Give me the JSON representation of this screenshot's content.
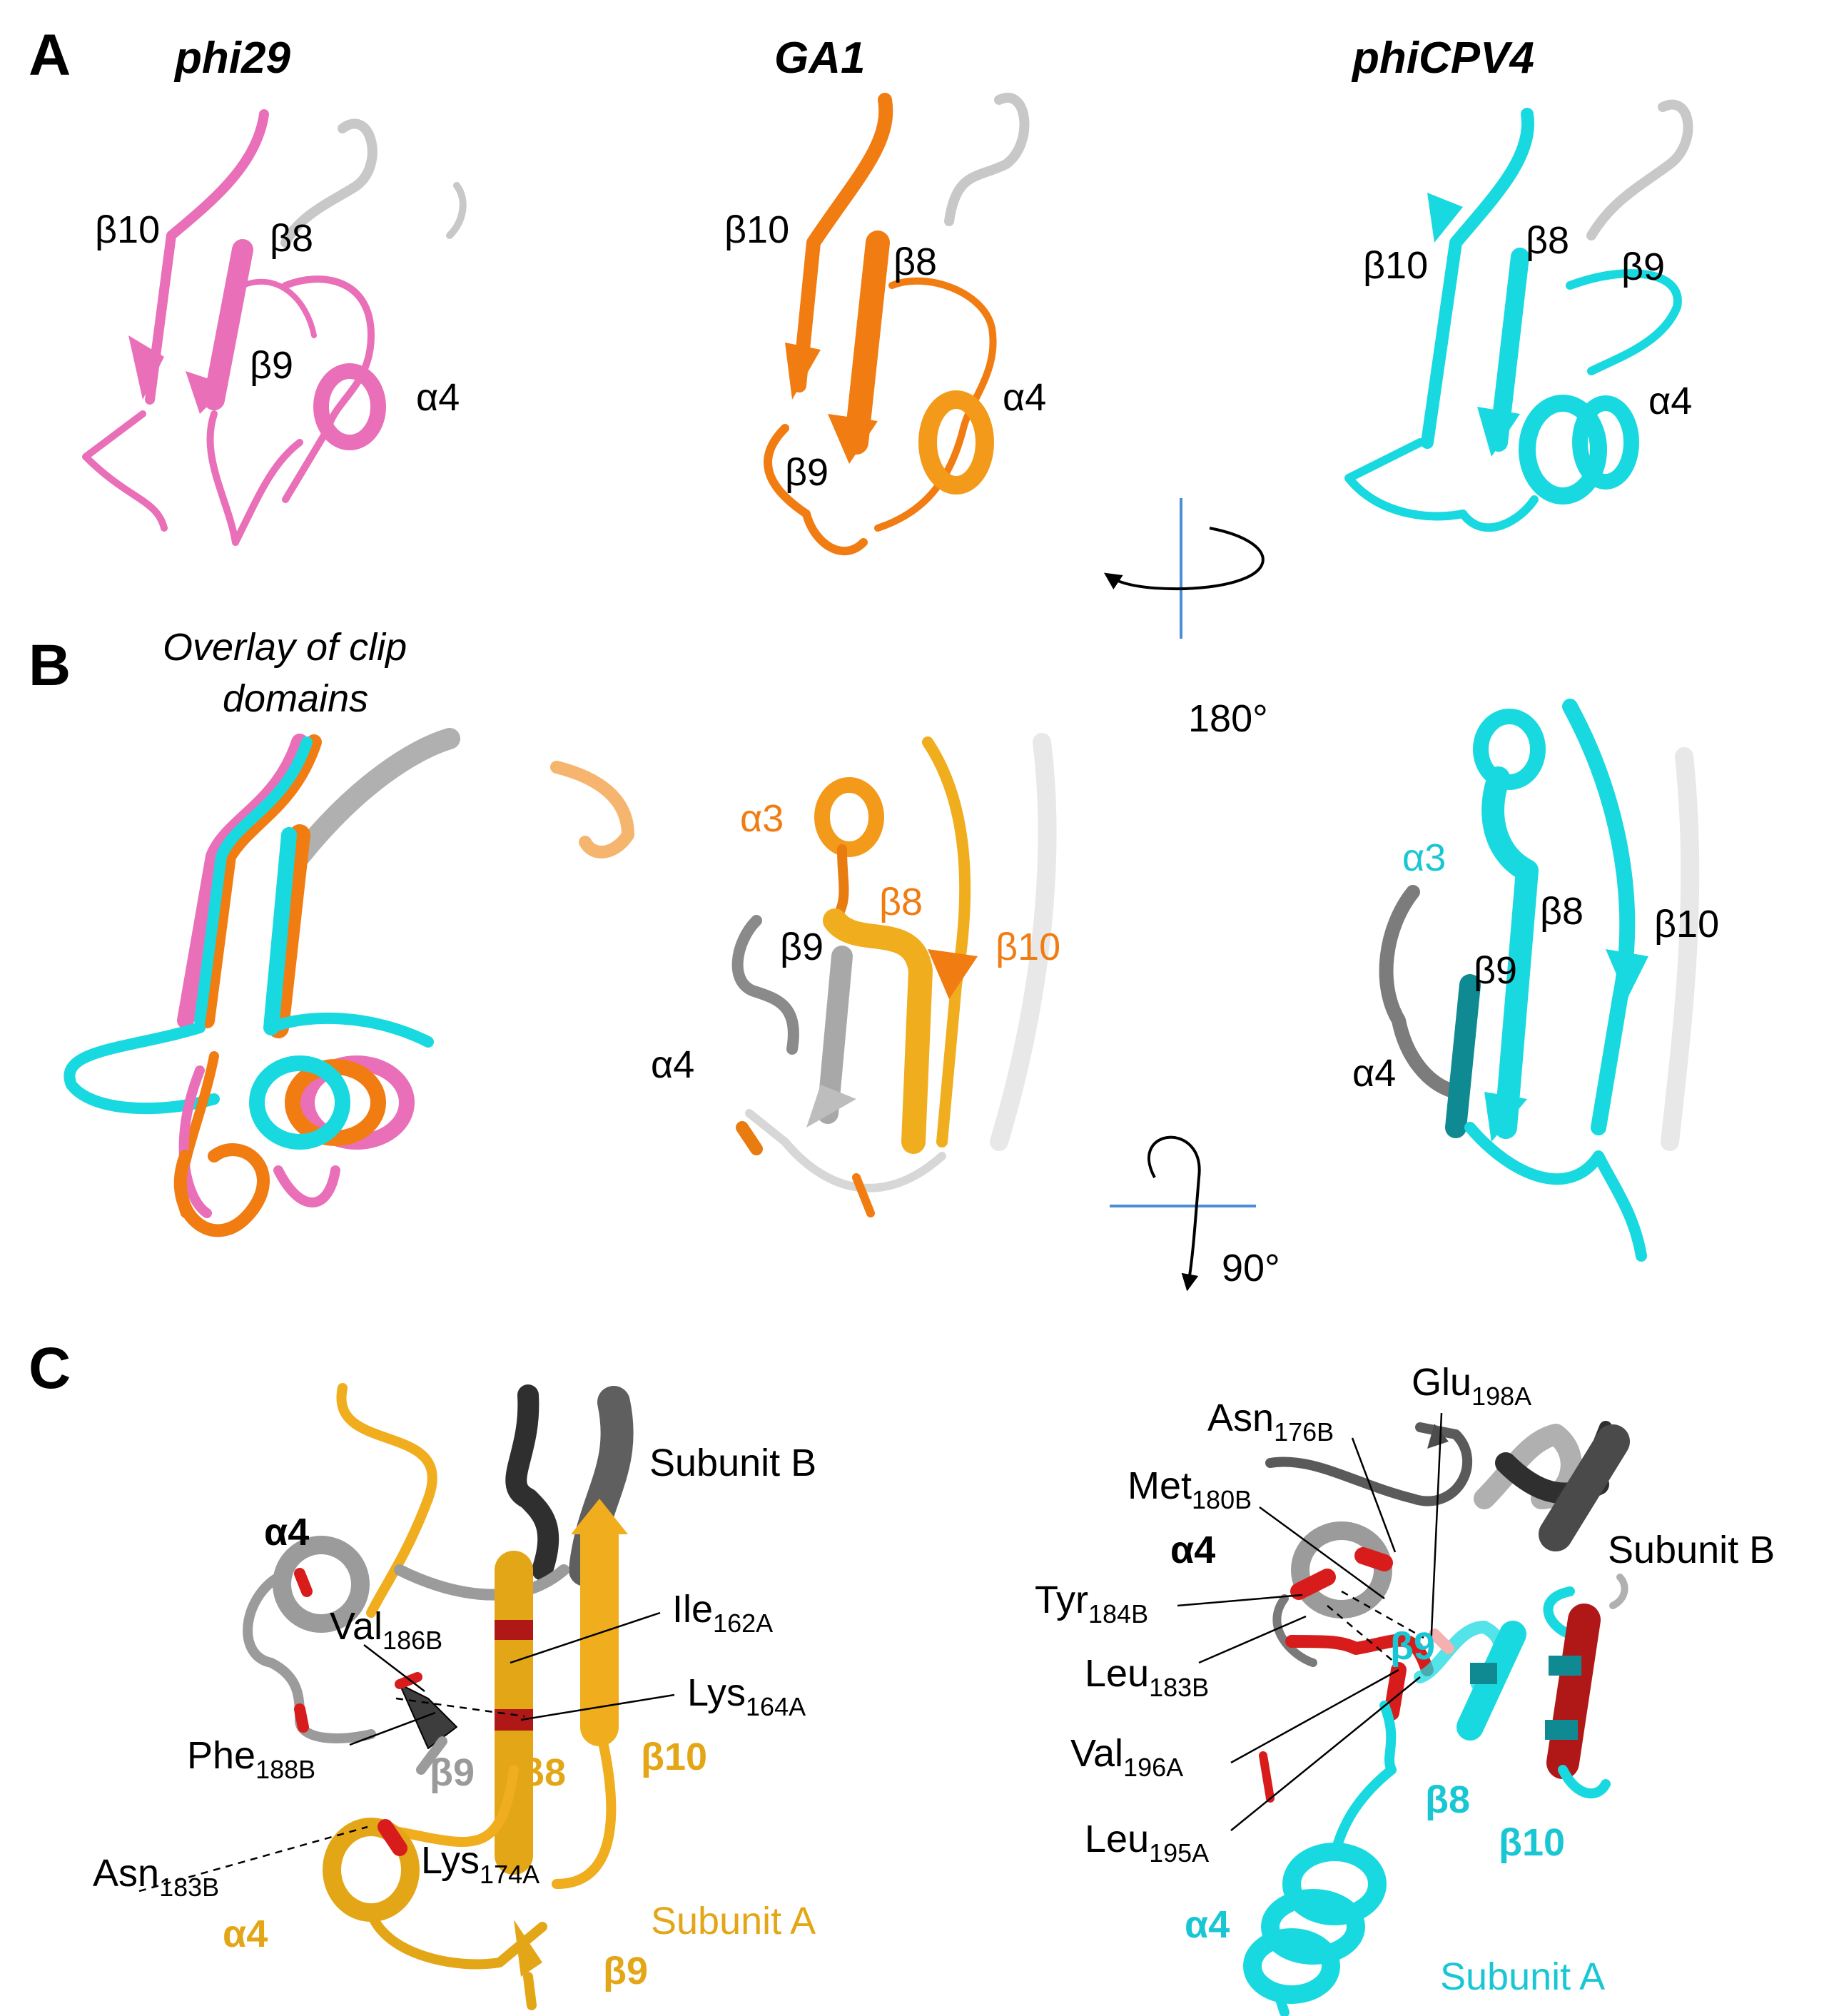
{
  "panels": {
    "A": {
      "letter": "A",
      "titles": [
        "phi29",
        "GA1",
        "phiCPV4"
      ],
      "phi29_labels": [
        "β10",
        "β8",
        "β9",
        "α4"
      ],
      "ga1_labels": [
        "β10",
        "β8",
        "α4",
        "β9"
      ],
      "cpv4_labels": [
        "β10",
        "β8",
        "β9",
        "α4"
      ]
    },
    "B": {
      "letter": "B",
      "overlay_title_line1": "Overlay of clip",
      "overlay_title_line2": "domains",
      "rotation_top": "180°",
      "rotation_bottom": "90°",
      "ga1_labels": [
        "α3",
        "β8",
        "β10",
        "β9",
        "α4"
      ],
      "cpv4_labels": [
        "α3",
        "β8",
        "β10",
        "β9",
        "α4"
      ]
    },
    "C": {
      "letter": "C",
      "left": {
        "alpha4_top": "α4",
        "subunit_b": "Subunit B",
        "subunit_a": "Subunit A",
        "beta9_grey": "β9",
        "beta8": "β8",
        "beta10": "β10",
        "alpha4_bottom": "α4",
        "beta9_bottom": "β9",
        "residues": [
          {
            "name": "Val",
            "sub": "186B"
          },
          {
            "name": "Ile",
            "sub": "162A"
          },
          {
            "name": "Lys",
            "sub": "164A"
          },
          {
            "name": "Phe",
            "sub": "188B"
          },
          {
            "name": "Asn",
            "sub": "183B"
          },
          {
            "name": "Lys",
            "sub": "174A"
          }
        ]
      },
      "right": {
        "alpha4_top": "α4",
        "subunit_b": "Subunit B",
        "subunit_a": "Subunit A",
        "beta9": "β9",
        "beta8": "β8",
        "beta10": "β10",
        "alpha4_bottom": "α4",
        "residues": [
          {
            "name": "Glu",
            "sub": "198A"
          },
          {
            "name": "Asn",
            "sub": "176B"
          },
          {
            "name": "Met",
            "sub": "180B"
          },
          {
            "name": "Tyr",
            "sub": "184B"
          },
          {
            "name": "Leu",
            "sub": "183B"
          },
          {
            "name": "Val",
            "sub": "196A"
          },
          {
            "name": "Leu",
            "sub": "195A"
          }
        ]
      }
    }
  },
  "colors": {
    "phi29": "#e96fb8",
    "ga1": "#f07c12",
    "cpv4": "#19d9e0",
    "grey": "#9b9b9b",
    "gold": "#f0ad1e",
    "red": "#d81c1c",
    "axis": "#4a8fd6"
  }
}
